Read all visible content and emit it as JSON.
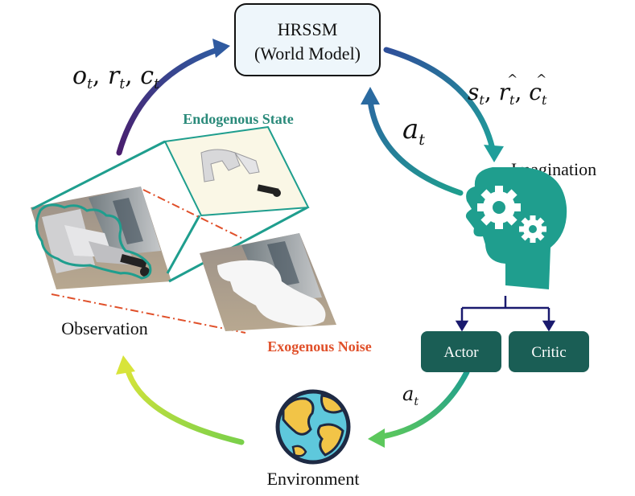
{
  "world_model": {
    "line1": "HRSSM",
    "line2": "(World Model)"
  },
  "labels": {
    "observation": "Observation",
    "imagination": "Imagination",
    "environment": "Environment",
    "endogenous": "Endogenous State",
    "exogenous": "Exogenous Noise",
    "actor": "Actor",
    "critic": "Critic"
  },
  "math": {
    "inputs": {
      "o": "o",
      "r": "r",
      "c": "c",
      "sub": "t",
      "sep": ", "
    },
    "outputs": {
      "s": "s",
      "r": "r",
      "c": "c",
      "hat": "^",
      "sub": "t",
      "sep": ", "
    },
    "action_top": {
      "a": "a",
      "sub": "t"
    },
    "action_bottom": {
      "a": "a",
      "sub": "t"
    }
  },
  "colors": {
    "teal": "#1f9e8e",
    "dark_teal": "#1a5e55",
    "endogenous_text": "#2a8a7a",
    "exogenous_text": "#e0502a",
    "navy": "#1a1a6e",
    "box_fill": "#eef6fb"
  }
}
